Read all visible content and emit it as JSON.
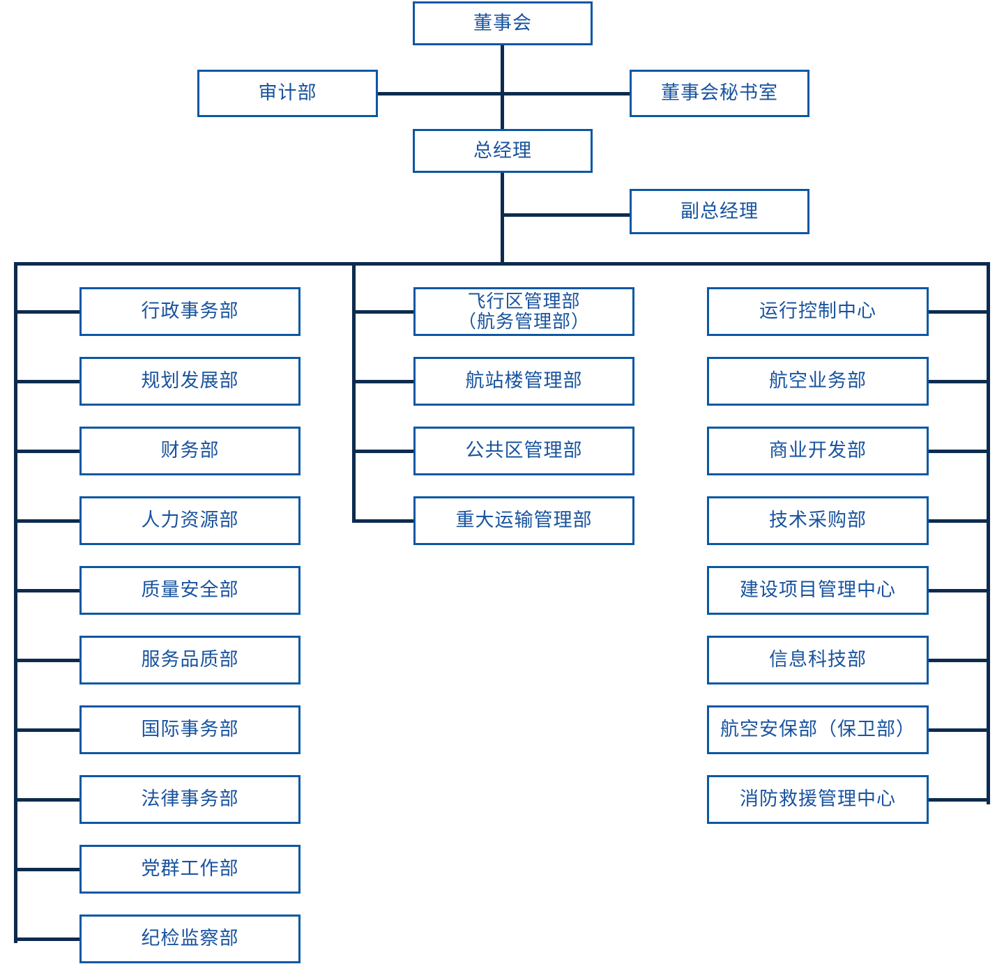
{
  "chart": {
    "title_visible": false,
    "orientation": "top-down organizational chart",
    "colors": {
      "box_border": "#0b57a4",
      "box_fill": "#ffffff",
      "text": "#18539f",
      "connector": "#0d2b4e"
    }
  },
  "top": {
    "board": "董事会",
    "audit": "审计部",
    "board_secretary": "董事会秘书室",
    "general_manager": "总经理",
    "deputy_general_manager": "副总经理"
  },
  "columns": {
    "left": {
      "name": "left-department-column",
      "items": [
        {
          "label": "行政事务部"
        },
        {
          "label": "规划发展部"
        },
        {
          "label": "财务部"
        },
        {
          "label": "人力资源部"
        },
        {
          "label": "质量安全部"
        },
        {
          "label": "服务品质部"
        },
        {
          "label": "国际事务部"
        },
        {
          "label": "法律事务部"
        },
        {
          "label": "党群工作部"
        },
        {
          "label": "纪检监察部"
        }
      ]
    },
    "middle": {
      "name": "middle-department-column",
      "items": [
        {
          "label": "飞行区管理部\n（航务管理部）",
          "lines": 2
        },
        {
          "label": "航站楼管理部"
        },
        {
          "label": "公共区管理部"
        },
        {
          "label": "重大运输管理部"
        }
      ]
    },
    "right": {
      "name": "right-department-column",
      "items": [
        {
          "label": "运行控制中心"
        },
        {
          "label": "航空业务部"
        },
        {
          "label": "商业开发部"
        },
        {
          "label": "技术采购部"
        },
        {
          "label": "建设项目管理中心"
        },
        {
          "label": "信息科技部"
        },
        {
          "label": "航空安保部（保卫部）"
        },
        {
          "label": "消防救援管理中心"
        }
      ]
    }
  }
}
